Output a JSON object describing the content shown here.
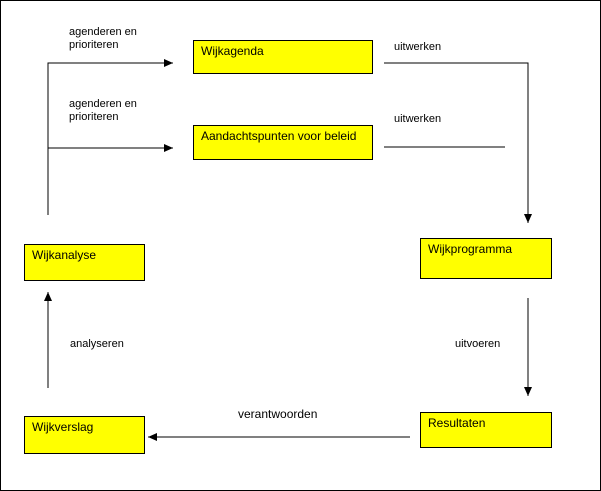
{
  "diagram": {
    "nodes": {
      "wijkagenda": "Wijkagenda",
      "aandachtspunten": "Aandachtspunten voor beleid",
      "wijkanalyse": "Wijkanalyse",
      "wijkprogramma": "Wijkprogramma",
      "wijkverslag": "Wijkverslag",
      "resultaten": "Resultaten"
    },
    "labels": {
      "agenderen_1": "agenderen en\nprioriteren",
      "agenderen_2": "agenderen en\nprioriteren",
      "uitwerken_1": "uitwerken",
      "uitwerken_2": "uitwerken",
      "analyseren": "analyseren",
      "uitvoeren": "uitvoeren",
      "verantwoorden": "verantwoorden"
    },
    "colors": {
      "box_fill": "#ffff00",
      "line": "#000000"
    }
  }
}
